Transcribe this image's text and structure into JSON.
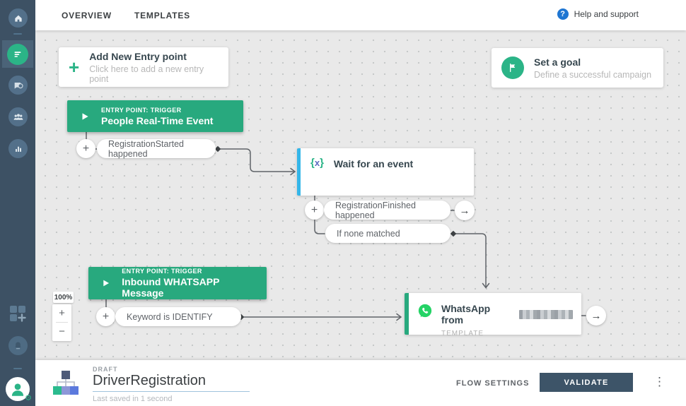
{
  "topbar": {
    "tabs": [
      {
        "label": "OVERVIEW"
      },
      {
        "label": "TEMPLATES"
      }
    ],
    "help": {
      "icon": "?",
      "label": "Help and support"
    }
  },
  "canvas": {
    "add_entry_card": {
      "plus": "+",
      "title": "Add New Entry point",
      "subtitle": "Click here to add a new entry point"
    },
    "goal_card": {
      "title": "Set a goal",
      "subtitle": "Define a successful campaign"
    },
    "entry1": {
      "kind": "ENTRY POINT: TRIGGER",
      "title": "People Real-Time Event"
    },
    "entry2": {
      "kind": "ENTRY POINT: TRIGGER",
      "title": "Inbound WHATSAPP Message"
    },
    "wait_node": {
      "icon_open": "{",
      "icon_x": "x",
      "icon_close": "}",
      "title": "Wait for an event"
    },
    "whatsapp_node": {
      "title": "WhatsApp from",
      "type_label": "TEMPLATE"
    },
    "pills": {
      "registration_started": "RegistrationStarted happened",
      "registration_finished": "RegistrationFinished happened",
      "if_none_matched": "If none matched",
      "keyword_identify": "Keyword is IDENTIFY"
    },
    "controls": {
      "plus": "+",
      "arrow": "→"
    },
    "zoom_control": {
      "level": "100%",
      "zoom_in": "+",
      "zoom_out": "−"
    }
  },
  "bottombar": {
    "status": "DRAFT",
    "flow_name": "DriverRegistration",
    "last_saved": "Last saved in 1 second",
    "flow_settings": "FLOW SETTINGS",
    "validate": "VALIDATE",
    "menu": "⋮"
  },
  "colors": {
    "accent_green": "#28a97e",
    "bright_green": "#2bb487",
    "sidebar_bg": "#3d5164",
    "wait_border_blue": "#34b6e9",
    "whatsapp_green": "#25d366",
    "help_blue": "#1f76d2",
    "validate_bg": "#3d5468"
  }
}
